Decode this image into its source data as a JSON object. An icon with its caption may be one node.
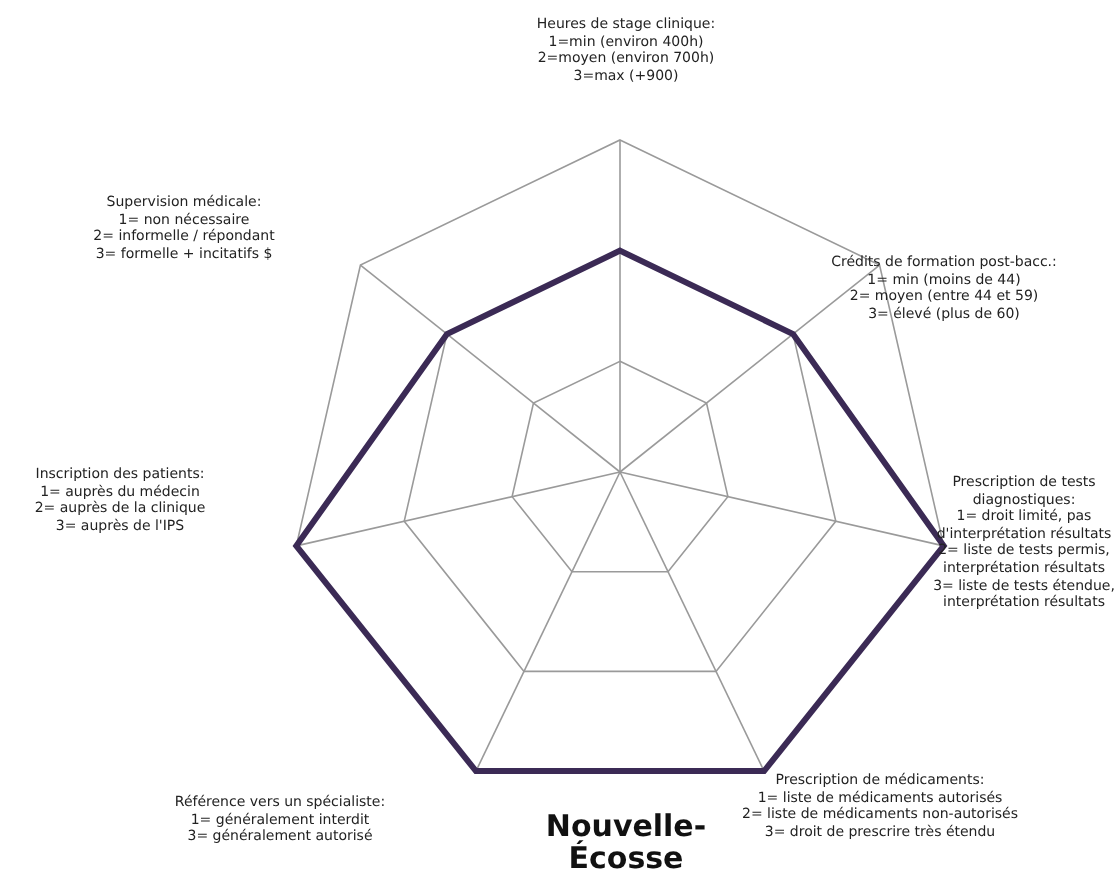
{
  "diagram": {
    "title": "Nouvelle-Écosse",
    "labels": [
      "Heures de stage clinique:",
      "1=min (environ 400h)",
      "2=moyen (environ 700h)",
      "3=max (+900)",
      "Supervision médicale:",
      "1= non nécessaire",
      "2= informelle / répondant",
      "3= formelle + incitatifs $",
      "Crédits de formation post-bacc.:",
      "1= min (moins de 44)",
      "2= moyen (entre 44 et 59)",
      "3= élevé (plus de 60)",
      "Inscription des patients:",
      "1= auprès du médecin",
      "2= auprès de la clinique",
      "3= auprès de l'IPS",
      "Prescription de tests diagnostiques:",
      "1= droit limité, pas d'interprétation résultats",
      "2= liste de tests permis, interprétation résultats",
      "3= liste de tests étendue, interprétation résultats",
      "Référence vers un spécialiste:",
      "1= généralement interdit",
      "3= généralement autorisé",
      "Prescription de médicaments:",
      "1= liste de médicaments autorisés",
      "2= liste de médicaments non-autorisés",
      "3= droit de prescrire très étendu"
    ]
  }
}
